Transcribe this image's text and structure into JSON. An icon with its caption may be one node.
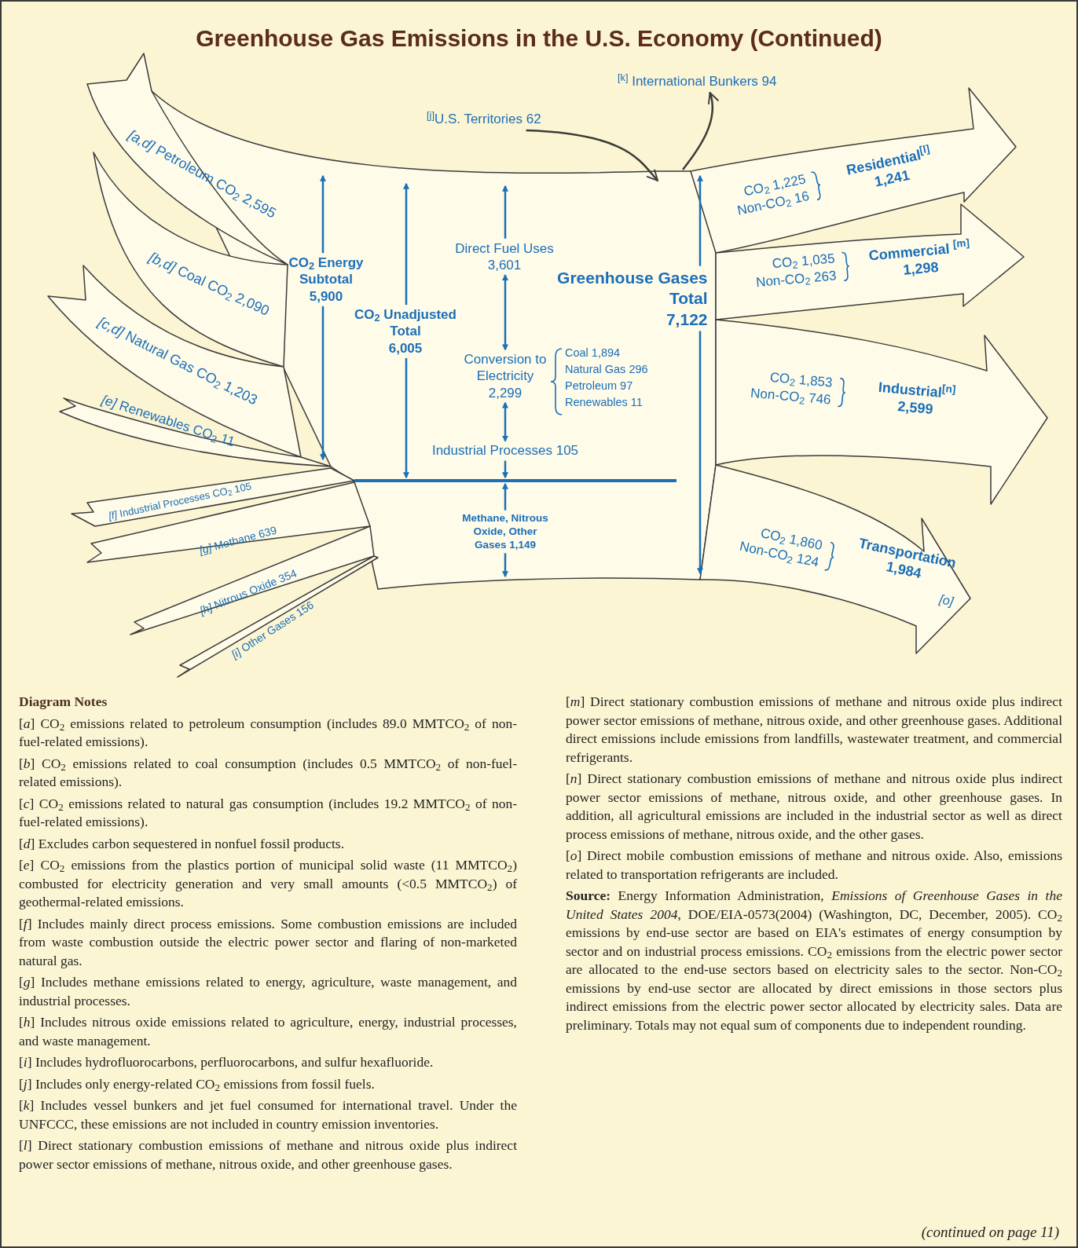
{
  "diagram": {
    "title": "Greenhouse Gas Emissions in the U.S. Economy (Continued)",
    "nodes": [
      {
        "text": [
          "$^{[k]}$ International Bunkers 94"
        ]
      },
      {
        "text": [
          "$^{[j]}$U.S. Territories 62"
        ]
      },
      {
        "text": [
          "*[a,d]* Petroleum CO$_{2}$ 2,595"
        ]
      },
      {
        "text": [
          "*[b,d]* Coal CO$_{2}$ 2,090"
        ]
      },
      {
        "text": [
          "*[c,d]* Natural Gas CO$_{2}$ 1,203"
        ]
      },
      {
        "text": [
          "*[e]* Renewables CO$_{2}$ 11"
        ]
      },
      {
        "text": [
          "*[f]* Industrial Processes CO$_{2}$ 105"
        ]
      },
      {
        "text": [
          "*[g]* Methane 639"
        ]
      },
      {
        "text": [
          "*[h]* Nitrous Oxide 354"
        ]
      },
      {
        "text": [
          "*[i]* Other Gases 156"
        ]
      },
      {
        "text": [
          "CO$_{2}$ Energy Subtotal",
          "5,900"
        ]
      },
      {
        "text": [
          "CO$_{2}$ Unadjusted Total",
          "6,005"
        ]
      },
      {
        "text": [
          "Direct Fuel Uses 3,601"
        ]
      },
      {
        "text": [
          "Conversion to Electricity 2,299"
        ],
        "beside": [
          "Coal 1,894",
          "Natural Gas 296",
          "Petroleum 97",
          "Renewables 11"
        ]
      },
      {
        "text": [
          "Industrial Processes 105"
        ]
      },
      {
        "text": [
          "Methane, Nitrous Oxide, Other Gases 1,149"
        ]
      },
      {
        "text": [
          "Greenhouse Gases Total",
          "7,122"
        ]
      },
      {
        "text": [
          "CO$_{2}$ 1,225",
          "Non-CO$_{2}$ 16",
          "Residential$^{[l]}$ 1,241"
        ]
      },
      {
        "text": [
          "CO$_{2}$ 1,035",
          "Non-CO$_{2}$ 263",
          "Commercial $^{[m]}$ 1,298"
        ]
      },
      {
        "text": [
          "CO$_{2}$ 1,853",
          "Non-CO$_{2}$ 746",
          "Industrial$^{[n]}$ 2,599"
        ]
      },
      {
        "text": [
          "CO$_{2}$ 1,860",
          "Non-CO$_{2}$ 124",
          "Transportation 1,984",
          "*[o]*"
        ]
      },
      {
        "text": [],
        "shape": "bar"
      }
    ],
    "edges": [
      {
        "from": 1,
        "to": null,
        "arrow": "to",
        "color": "#3b3b3b"
      },
      {
        "from": null,
        "to": 0,
        "arrow": "to",
        "color": "#3b3b3b"
      },
      {
        "from": 10,
        "to": null,
        "arrow": "to"
      },
      {
        "from": 10,
        "to": null,
        "arrow": "to"
      },
      {
        "from": 11,
        "to": null,
        "arrow": "to"
      },
      {
        "from": 11,
        "to": 21,
        "arrow": "to"
      },
      {
        "from": 16,
        "to": null,
        "arrow": "to"
      },
      {
        "from": 16,
        "to": null,
        "arrow": "to"
      },
      {
        "from": 12,
        "to": null,
        "arrow": "to"
      },
      {
        "from": 12,
        "to": 13,
        "arrow": "both"
      },
      {
        "from": 13,
        "to": 14,
        "arrow": "both"
      },
      {
        "from": 14,
        "to": 21,
        "arrow": "to"
      },
      {
        "from": 15,
        "to": 21,
        "arrow": "to"
      },
      {
        "from": 15,
        "to": null,
        "arrow": "to"
      }
    ],
    "labels": [
      "Diagram Notes",
      "[*a*] CO$_{2}$ emissions related to petroleum consumption (includes 89.0 MMTCO$_{2}$ of non-fuel-related emissions).",
      "[*b*] CO$_{2}$ emissions related to coal consumption (includes 0.5 MMTCO$_{2}$ of non-fuel-related emissions).",
      "[*c*] CO$_{2}$ emissions related to natural gas consumption (includes 19.2 MMTCO$_{2}$ of non-fuel-related emissions).",
      "[*d*] Excludes carbon sequestered in nonfuel fossil products.",
      "[*e*] CO$_{2}$ emissions from the plastics portion of municipal solid waste (11 MMTCO$_{2}$) combusted for electricity generation and very small amounts (<0.5 MMTCO$_{2}$) of geothermal-related emissions.",
      "[*f*] Includes mainly direct process emissions. Some combustion emissions are included from waste combustion outside the electric power sector and flaring of non-marketed natural gas.",
      "[*g*] Includes methane emissions related to energy, agriculture, waste management, and industrial processes.",
      "[*h*] Includes nitrous oxide emissions related to agriculture, energy, industrial processes, and waste management.",
      "[*i*] Includes hydrofluorocarbons, perfluorocarbons, and sulfur hexafluoride.",
      "[*j*] Includes only energy-related CO$_{2}$ emissions from fossil fuels.",
      "[*k*] Includes vessel bunkers and jet fuel consumed for international travel. Under the UNFCCC, these emissions are not included in country emission inventories.",
      "[*l*] Direct stationary combustion emissions of methane and nitrous oxide plus indirect power sector emissions of methane, nitrous oxide, and other greenhouse gases.",
      "[*m*] Direct stationary combustion emissions of methane and nitrous oxide plus indirect power sector emissions of methane, nitrous oxide, and other greenhouse gases. Additional direct emissions include emissions from landfills, wastewater treatment, and commercial refrigerants.",
      "[*n*] Direct stationary combustion emissions of methane and nitrous oxide plus indirect power sector emissions of methane, nitrous oxide, and other greenhouse gases. In addition, all agricultural emissions are included in the industrial sector as well as direct process emissions of methane, nitrous oxide, and the other gases.",
      "[*o*] Direct mobile combustion emissions of methane and nitrous oxide. Also, emissions related to transportation refrigerants are included.",
      "**Source:** Energy Information Administration, *Emissions of Greenhouse Gases in the United States 2004*, DOE/EIA-0573(2004) (Washington, DC, December, 2005). CO$_{2}$ emissions by end-use sector are based on EIA's estimates of energy consumption by sector and on industrial process emissions. CO$_{2}$ emissions from the electric power sector are allocated to the end-use sectors based on electricity sales to the sector. Non-CO$_{2}$ emissions by end-use sector are allocated by direct emissions in those sectors plus indirect emissions from the electric power sector allocated by electricity sales. Data are preliminary. Totals may not equal sum of components due to independent rounding.",
      "(continued on page 11)"
    ]
  }
}
